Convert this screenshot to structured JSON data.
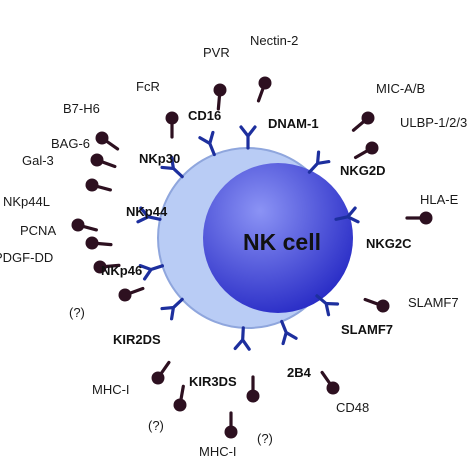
{
  "cell_label": "NK cell",
  "colors": {
    "membrane": "#b9ccf5",
    "membrane_edge": "#8fa6dd",
    "nucleus_light": "#8b93f5",
    "nucleus_dark": "#2528c4",
    "receptor": "#1d2f9e",
    "ligand": "#2d1020"
  },
  "receptors": [
    {
      "id": "cd16",
      "label": "CD16"
    },
    {
      "id": "dnam1",
      "label": "DNAM-1"
    },
    {
      "id": "nkp30",
      "label": "NKp30"
    },
    {
      "id": "nkg2d",
      "label": "NKG2D"
    },
    {
      "id": "nkp44",
      "label": "NKp44"
    },
    {
      "id": "nkg2c",
      "label": "NKG2C"
    },
    {
      "id": "nkp46",
      "label": "NKp46"
    },
    {
      "id": "slamf7",
      "label": "SLAMF7"
    },
    {
      "id": "kir2ds",
      "label": "KIR2DS"
    },
    {
      "id": "kir3ds",
      "label": "KIR3DS"
    },
    {
      "id": "2b4",
      "label": "2B4"
    }
  ],
  "ligands": [
    {
      "id": "nectin2",
      "label": "Nectin-2"
    },
    {
      "id": "pvr",
      "label": "PVR"
    },
    {
      "id": "fcr",
      "label": "FcR"
    },
    {
      "id": "mic",
      "label": "MIC-A/B"
    },
    {
      "id": "b7h6",
      "label": "B7-H6"
    },
    {
      "id": "ulbp",
      "label": "ULBP-1/2/3"
    },
    {
      "id": "bag6",
      "label": "BAG-6"
    },
    {
      "id": "gal3",
      "label": "Gal-3"
    },
    {
      "id": "hlae",
      "label": "HLA-E"
    },
    {
      "id": "nkp44l",
      "label": "NKp44L"
    },
    {
      "id": "pcna",
      "label": "PCNA"
    },
    {
      "id": "pdgfdd",
      "label": "PDGF-DD"
    },
    {
      "id": "slamf7l",
      "label": "SLAMF7"
    },
    {
      "id": "q1",
      "label": "(?)"
    },
    {
      "id": "mhci1",
      "label": "MHC-I"
    },
    {
      "id": "cd48",
      "label": "CD48"
    },
    {
      "id": "q2",
      "label": "(?)"
    },
    {
      "id": "mhci2",
      "label": "MHC-I"
    },
    {
      "id": "q3",
      "label": "(?)"
    }
  ]
}
